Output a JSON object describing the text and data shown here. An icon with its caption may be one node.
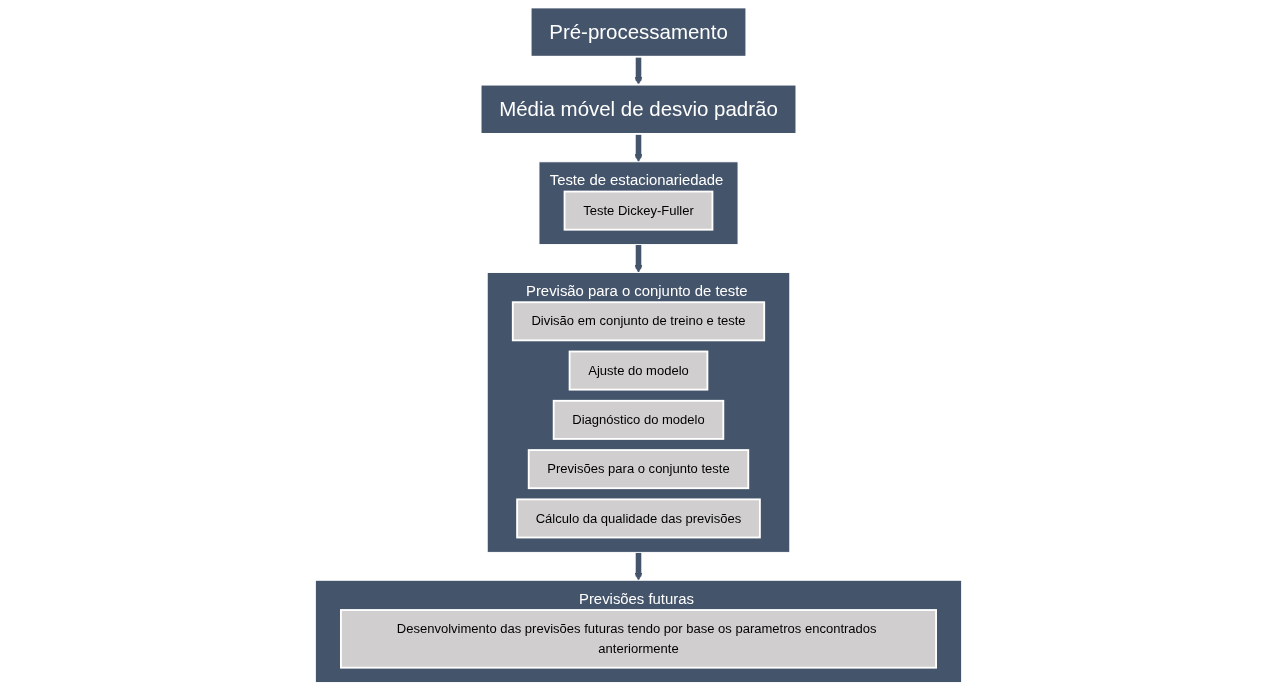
{
  "diagram": {
    "nodes": [
      {
        "text": [
          "Pré-processamento"
        ]
      },
      {
        "text": [
          "Média móvel de desvio padrão"
        ]
      },
      {
        "text": [
          "Teste de estacionariedade"
        ]
      },
      {
        "text": [
          "Teste Dickey-Fuller"
        ],
        "in": 2
      },
      {
        "text": [
          "Previsão para o conjunto de teste"
        ]
      },
      {
        "text": [
          "Divisão em conjunto de treino e teste"
        ],
        "in": 4
      },
      {
        "text": [
          "Ajuste do modelo"
        ],
        "in": 4
      },
      {
        "text": [
          "Diagnóstico do modelo"
        ],
        "in": 4
      },
      {
        "text": [
          "Previsões para o conjunto teste"
        ],
        "in": 4
      },
      {
        "text": [
          "Cálculo da qualidade das previsões"
        ],
        "in": 4
      },
      {
        "text": [
          "Previsões futuras"
        ]
      },
      {
        "text": [
          "Desenvolvimento das previsões futuras tendo por base os parametros encontrados anteriormente"
        ],
        "in": 10
      }
    ],
    "edges": [
      {
        "from": 0,
        "to": 1,
        "arrow": "to"
      },
      {
        "from": 1,
        "to": 2,
        "arrow": "to"
      },
      {
        "from": 2,
        "to": 4,
        "arrow": "to"
      },
      {
        "from": 4,
        "to": 10,
        "arrow": "to"
      }
    ]
  }
}
